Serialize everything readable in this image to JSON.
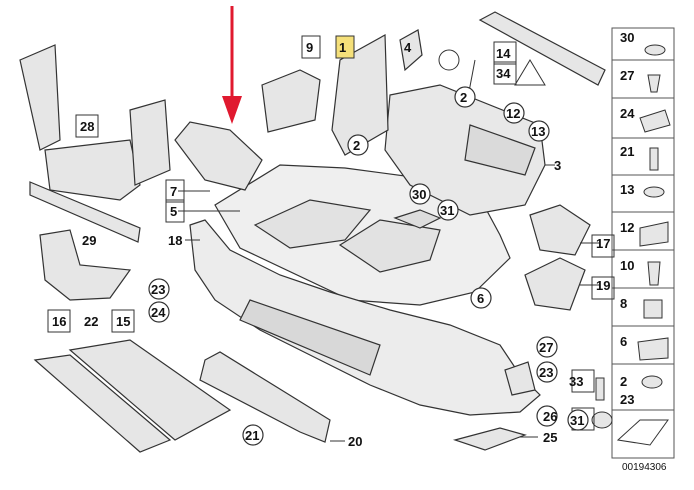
{
  "doc_number": "00194306",
  "colors": {
    "arrow": "#e0192f",
    "highlight": "#f5e07a",
    "line": "#333333",
    "part": "#e6e6e6"
  },
  "callouts": {
    "c1": "1",
    "c2a": "2",
    "c2b": "2",
    "c2c": "2",
    "c3": "3",
    "c4": "4",
    "c5": "5",
    "c6": "6",
    "c6b": "6",
    "c7": "7",
    "c8": "8",
    "c9": "9",
    "c10": "10",
    "c12a": "12",
    "c12b": "12",
    "c13a": "13",
    "c13b": "13",
    "c14": "14",
    "c15": "15",
    "c16": "16",
    "c17": "17",
    "c18": "18",
    "c19": "19",
    "c20": "20",
    "c21a": "21",
    "c21b": "21",
    "c22": "22",
    "c23a": "23",
    "c23b": "23",
    "c23c": "23",
    "c24a": "24",
    "c24b": "24",
    "c25": "25",
    "c26": "26",
    "c27a": "27",
    "c27b": "27",
    "c28": "28",
    "c29": "29",
    "c30a": "30",
    "c30b": "30",
    "c31a": "31",
    "c31b": "31",
    "c33": "33",
    "c34": "34"
  }
}
